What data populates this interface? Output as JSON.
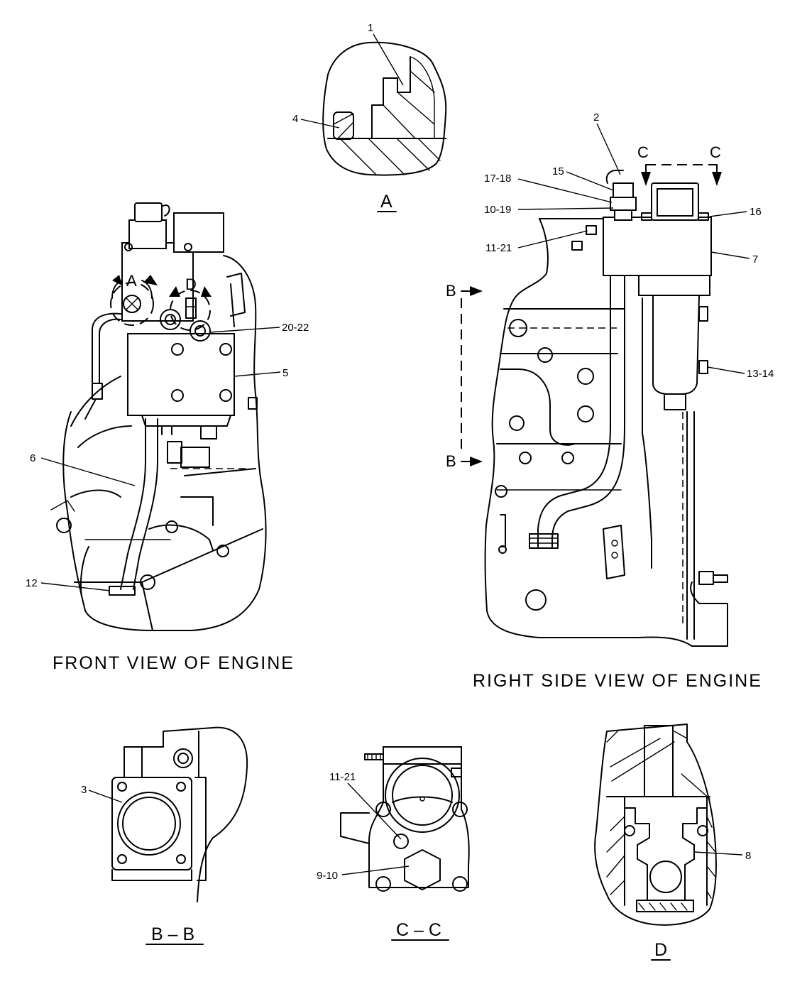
{
  "view_titles": {
    "front": "FRONT  VIEW  OF  ENGINE",
    "right": "RIGHT  SIDE  VIEW  OF  ENGINE"
  },
  "detail_labels": {
    "A": "A",
    "D": "D",
    "BB": "B – B",
    "CC": "C – C"
  },
  "section_letters": {
    "a_marker": "A",
    "d_marker": "D",
    "b_top": "B",
    "b_bottom": "B",
    "c_left": "C",
    "c_right": "C"
  },
  "callouts": {
    "c1": "1",
    "c2": "2",
    "c3": "3",
    "c4": "4",
    "c5": "5",
    "c6": "6",
    "c7": "7",
    "c8": "8",
    "c9_10": "9-10",
    "c10_19": "10-19",
    "c11_21_right": "11-21",
    "c11_21_cc": "11-21",
    "c12": "12",
    "c13_14": "13-14",
    "c15": "15",
    "c16": "16",
    "c17_18": "17-18",
    "c20_22": "20-22"
  }
}
